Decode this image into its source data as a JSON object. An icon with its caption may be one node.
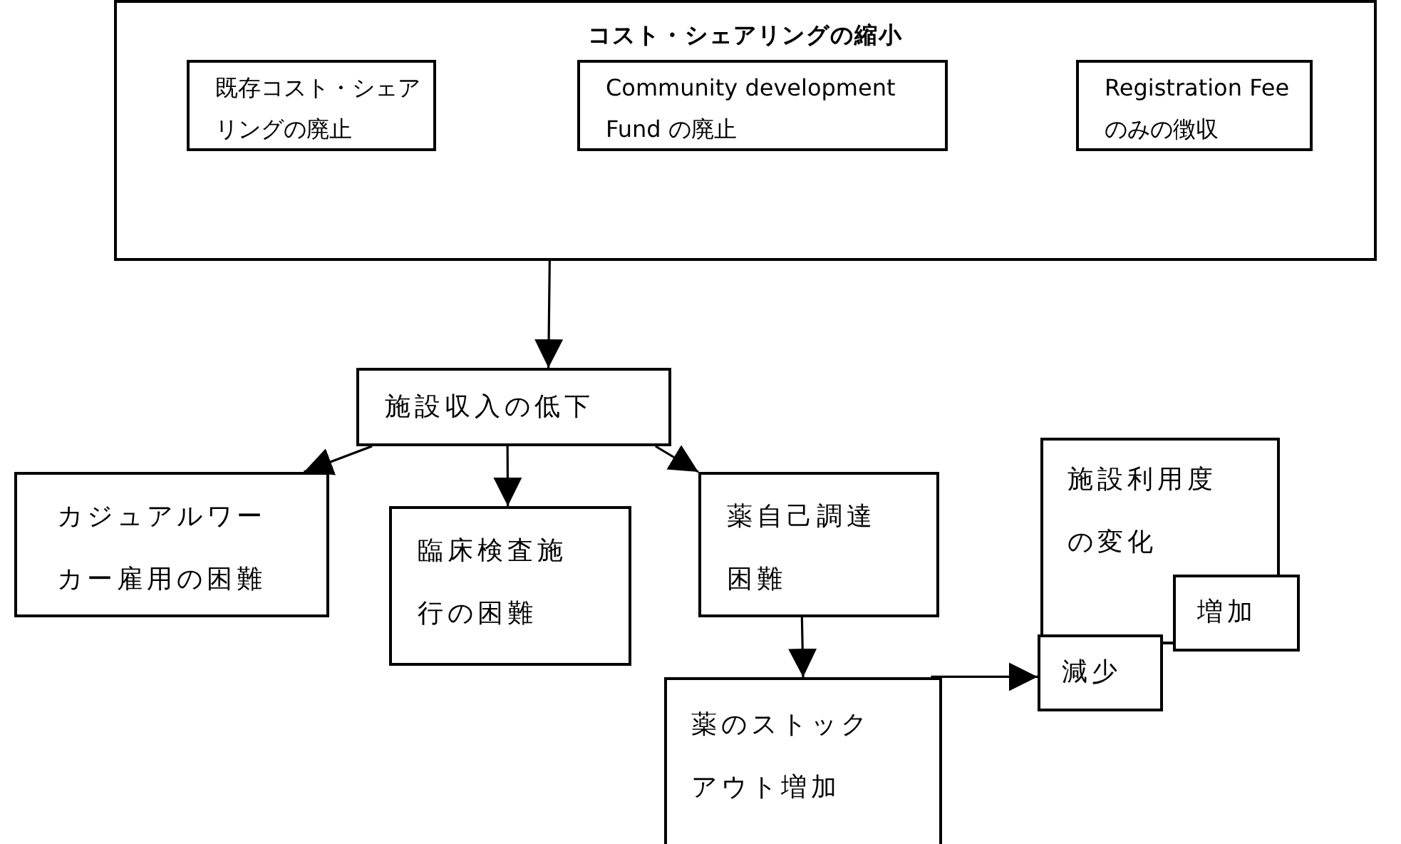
{
  "diagram": {
    "nodes": [
      {
        "text": [
          "コスト・シェアリングの縮小"
        ]
      },
      {
        "text": [
          "既存コスト・シェアリングの廃止"
        ],
        "in": 0
      },
      {
        "text": [
          "Community development Fund の廃止"
        ],
        "in": 0
      },
      {
        "text": [
          "Registration Fee のみの徴収"
        ],
        "in": 0
      },
      {
        "text": [
          "施設収入の低下"
        ]
      },
      {
        "text": [
          "カジュアルワーカー雇用の困難"
        ]
      },
      {
        "text": [
          "臨床検査施行の困難"
        ]
      },
      {
        "text": [
          "薬自己調達困難"
        ]
      },
      {
        "text": [
          "薬のストックアウト増加"
        ]
      },
      {
        "text": [
          "施設利用度の変化"
        ]
      },
      {
        "text": [
          "増加"
        ]
      },
      {
        "text": [
          "減少"
        ]
      }
    ],
    "edges": [
      {
        "from": 0,
        "to": 4,
        "arrow": "to"
      },
      {
        "from": 4,
        "to": 5,
        "arrow": "to"
      },
      {
        "from": 4,
        "to": 6,
        "arrow": "to"
      },
      {
        "from": 4,
        "to": 7,
        "arrow": "to"
      },
      {
        "from": 7,
        "to": 8,
        "arrow": "to"
      },
      {
        "from": 8,
        "to": 11,
        "arrow": "to"
      }
    ]
  }
}
